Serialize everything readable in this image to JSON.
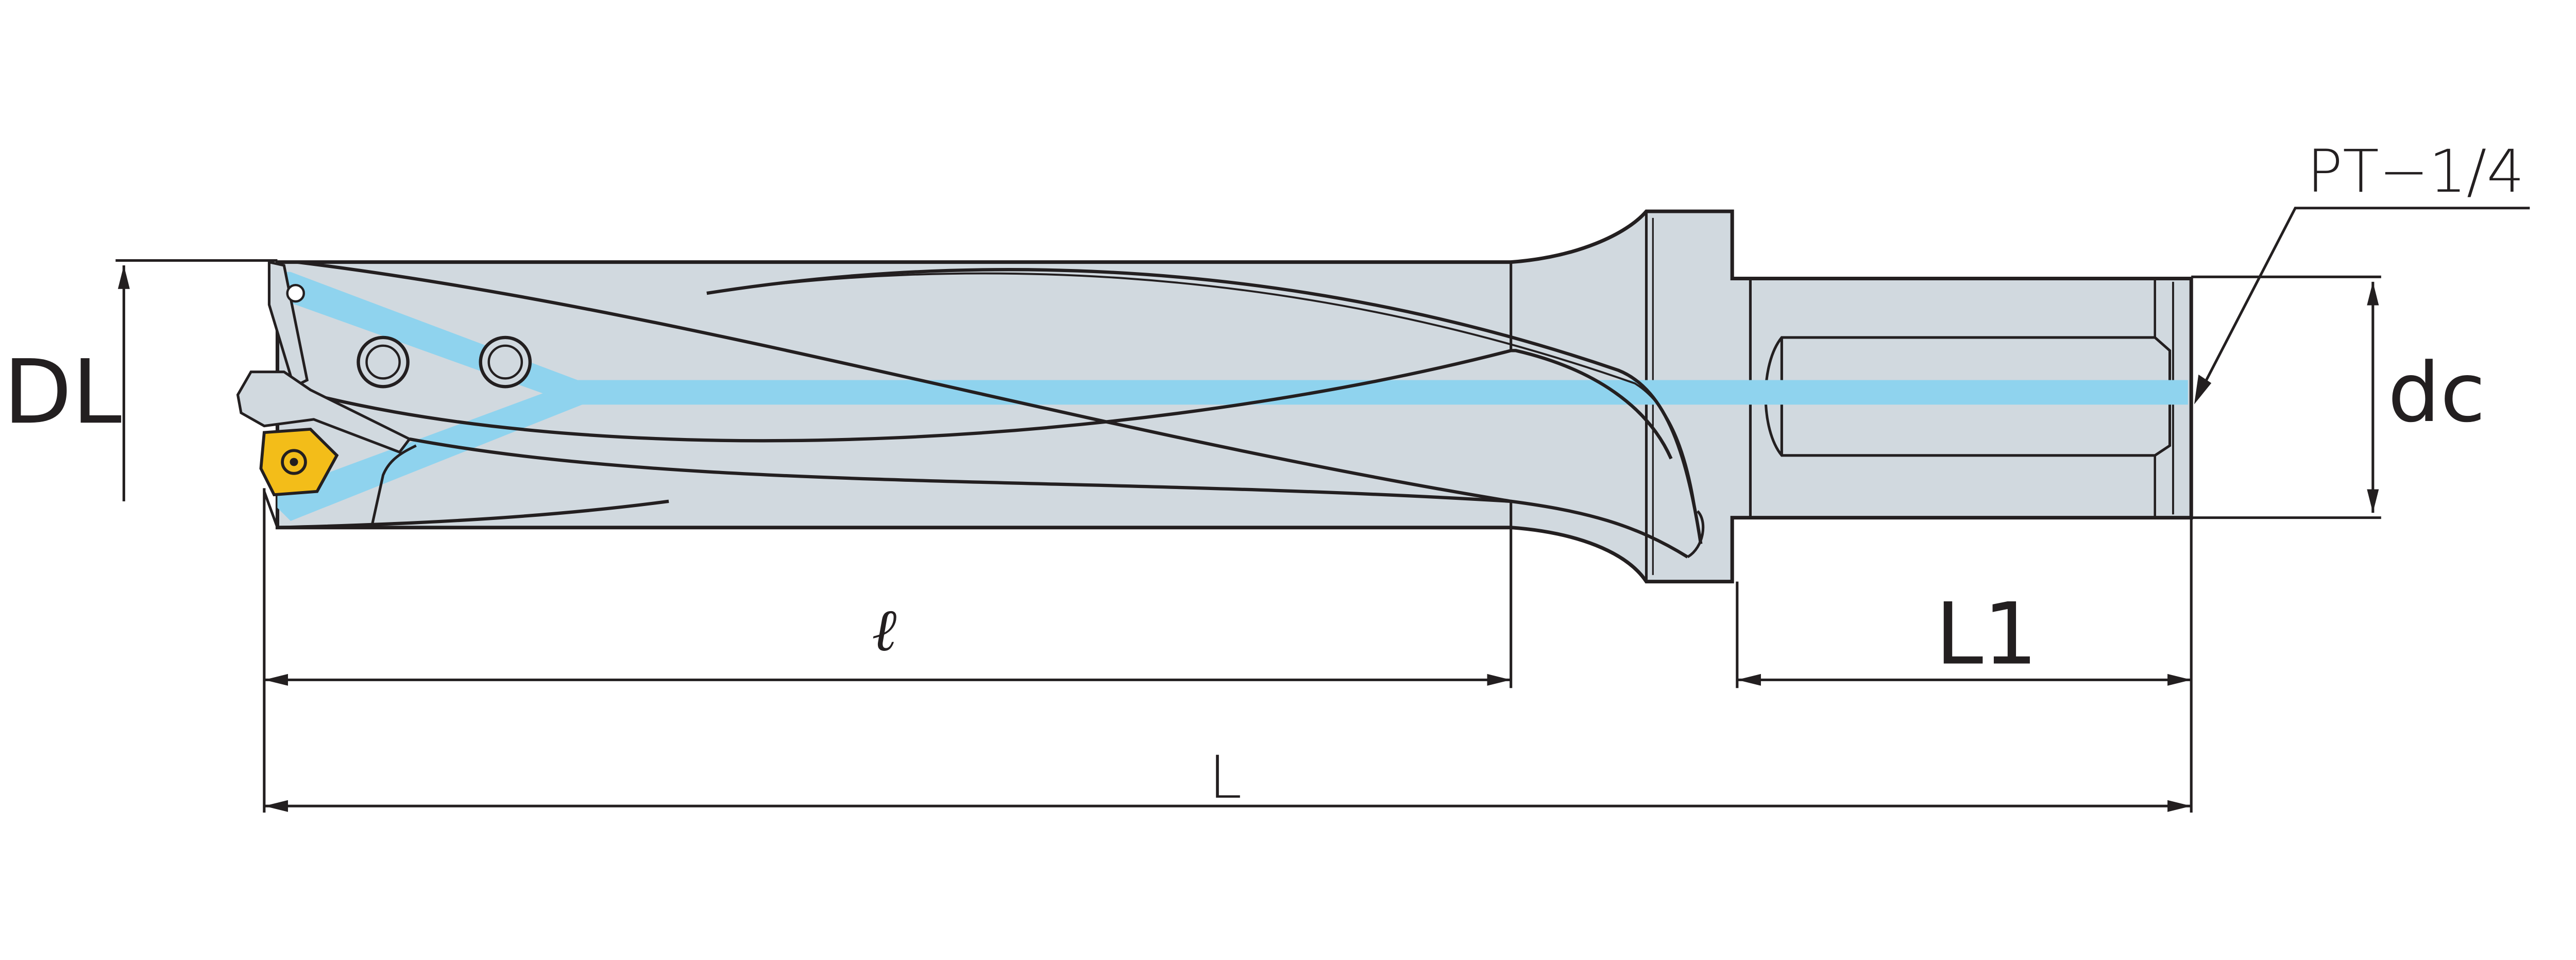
{
  "labels": {
    "diameter_label": "DL",
    "shank_diameter_label": "dc",
    "flute_length_label": "ℓ",
    "total_length_label": "L",
    "shank_length_label": "L1",
    "coolant_thread_label": "PT−1/4"
  },
  "colors": {
    "body": "#d1d9df",
    "outline": "#231f20",
    "coolant": "#8fd3ee",
    "insert": "#f3bd19",
    "background": "#ffffff"
  }
}
